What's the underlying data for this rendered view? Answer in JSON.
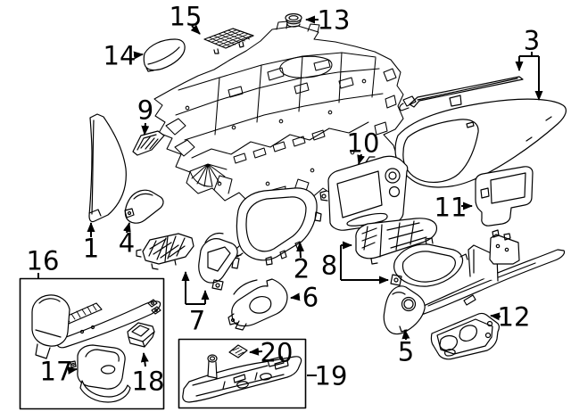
{
  "diagram": {
    "background_color": "#ffffff",
    "line_color": "#000000",
    "callout_color": "#000000",
    "callouts": [
      {
        "id": 1,
        "label": "1"
      },
      {
        "id": 2,
        "label": "2"
      },
      {
        "id": 3,
        "label": "3"
      },
      {
        "id": 4,
        "label": "4"
      },
      {
        "id": 5,
        "label": "5"
      },
      {
        "id": 6,
        "label": "6"
      },
      {
        "id": 7,
        "label": "7"
      },
      {
        "id": 8,
        "label": "8"
      },
      {
        "id": 9,
        "label": "9"
      },
      {
        "id": 10,
        "label": "10"
      },
      {
        "id": 11,
        "label": "11"
      },
      {
        "id": 12,
        "label": "12"
      },
      {
        "id": 13,
        "label": "13"
      },
      {
        "id": 14,
        "label": "14"
      },
      {
        "id": 15,
        "label": "15"
      },
      {
        "id": 16,
        "label": "16"
      },
      {
        "id": 17,
        "label": "17"
      },
      {
        "id": 18,
        "label": "18"
      },
      {
        "id": 19,
        "label": "19"
      },
      {
        "id": 20,
        "label": "20"
      }
    ]
  }
}
